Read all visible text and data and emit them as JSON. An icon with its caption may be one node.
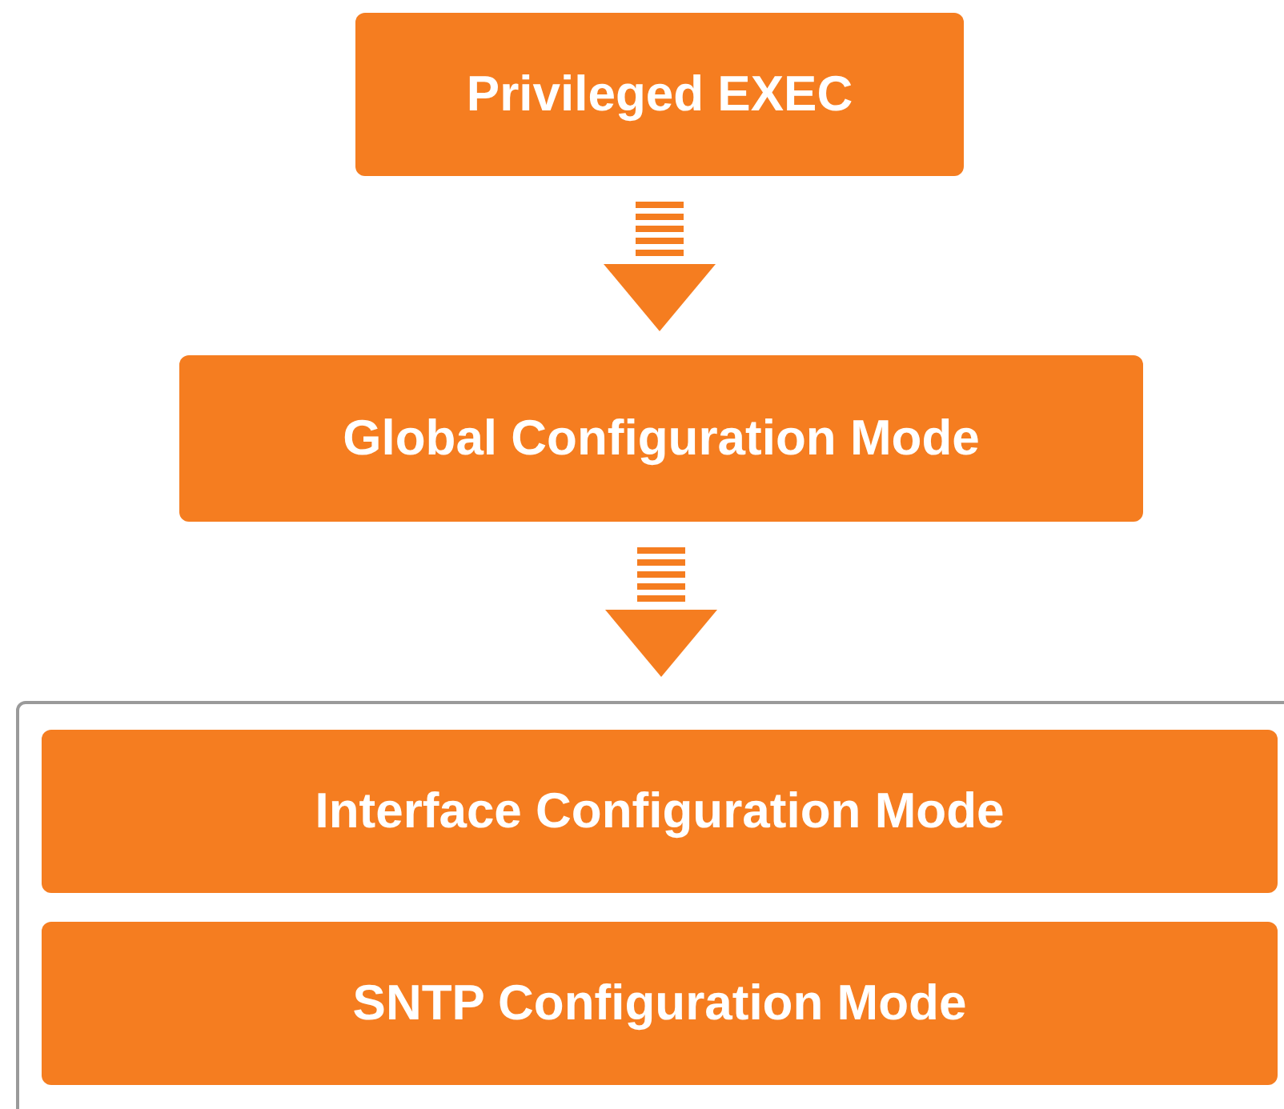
{
  "diagram": {
    "nodes": [
      {
        "text": [
          "Privileged EXEC"
        ]
      },
      {
        "text": [
          "Global Configuration Mode"
        ]
      },
      {
        "text": [],
        "shape": "box"
      },
      {
        "text": [
          "Interface Configuration Mode"
        ],
        "in": 2
      },
      {
        "text": [
          "SNTP Configuration Mode"
        ],
        "in": 2
      }
    ],
    "edges": [
      {
        "from": 0,
        "to": 1,
        "arrow": "to"
      },
      {
        "from": 1,
        "to": 2,
        "arrow": "to"
      }
    ]
  }
}
